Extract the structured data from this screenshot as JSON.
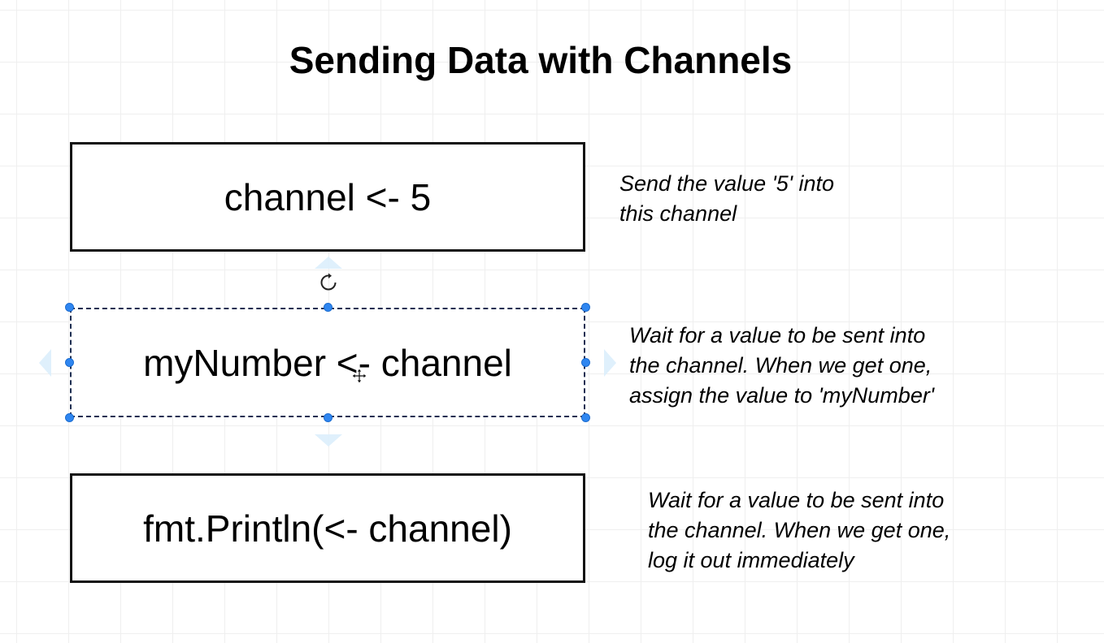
{
  "diagram": {
    "title": "Sending Data with Channels",
    "steps": [
      {
        "code": "channel <- 5",
        "note_lines": [
          "Send the value '5' into",
          "this channel"
        ]
      },
      {
        "code": "myNumber <- channel",
        "note_lines": [
          "Wait for a value to be sent into",
          "the channel.  When we get one,",
          "assign the value to 'myNumber'"
        ]
      },
      {
        "code": "fmt.Println(<- channel)",
        "note_lines": [
          "Wait for a value to be sent into",
          "the channel.  When we get one,",
          "log it out immediately"
        ]
      }
    ],
    "selection": {
      "selected_step": 2,
      "handle_color": "#2f86f0",
      "icons": [
        "rotate-handle-icon",
        "move-cursor-icon"
      ]
    }
  }
}
